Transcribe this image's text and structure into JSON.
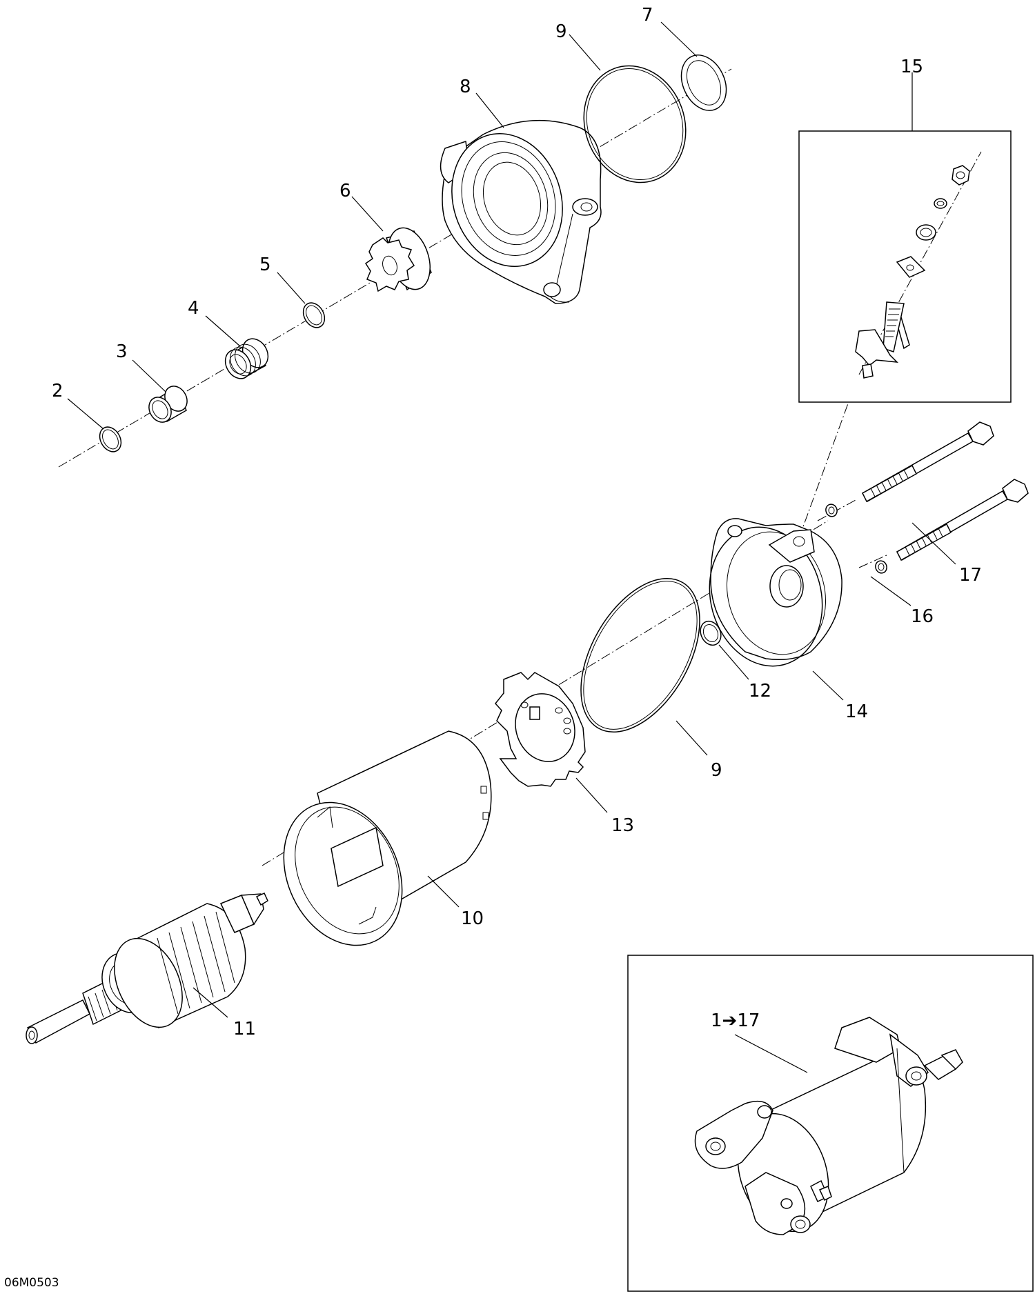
{
  "diagram": {
    "drawing_code": "06M0503",
    "callouts": [
      {
        "id": "c2",
        "label": "2"
      },
      {
        "id": "c3",
        "label": "3"
      },
      {
        "id": "c4",
        "label": "4"
      },
      {
        "id": "c5",
        "label": "5"
      },
      {
        "id": "c6",
        "label": "6"
      },
      {
        "id": "c7",
        "label": "7"
      },
      {
        "id": "c8",
        "label": "8"
      },
      {
        "id": "c9a",
        "label": "9"
      },
      {
        "id": "c9b",
        "label": "9"
      },
      {
        "id": "c10",
        "label": "10"
      },
      {
        "id": "c11",
        "label": "11"
      },
      {
        "id": "c12",
        "label": "12"
      },
      {
        "id": "c13",
        "label": "13"
      },
      {
        "id": "c14",
        "label": "14"
      },
      {
        "id": "c15",
        "label": "15"
      },
      {
        "id": "c16",
        "label": "16"
      },
      {
        "id": "c17",
        "label": "17"
      },
      {
        "id": "c1to17",
        "label": "1➔17"
      }
    ]
  }
}
